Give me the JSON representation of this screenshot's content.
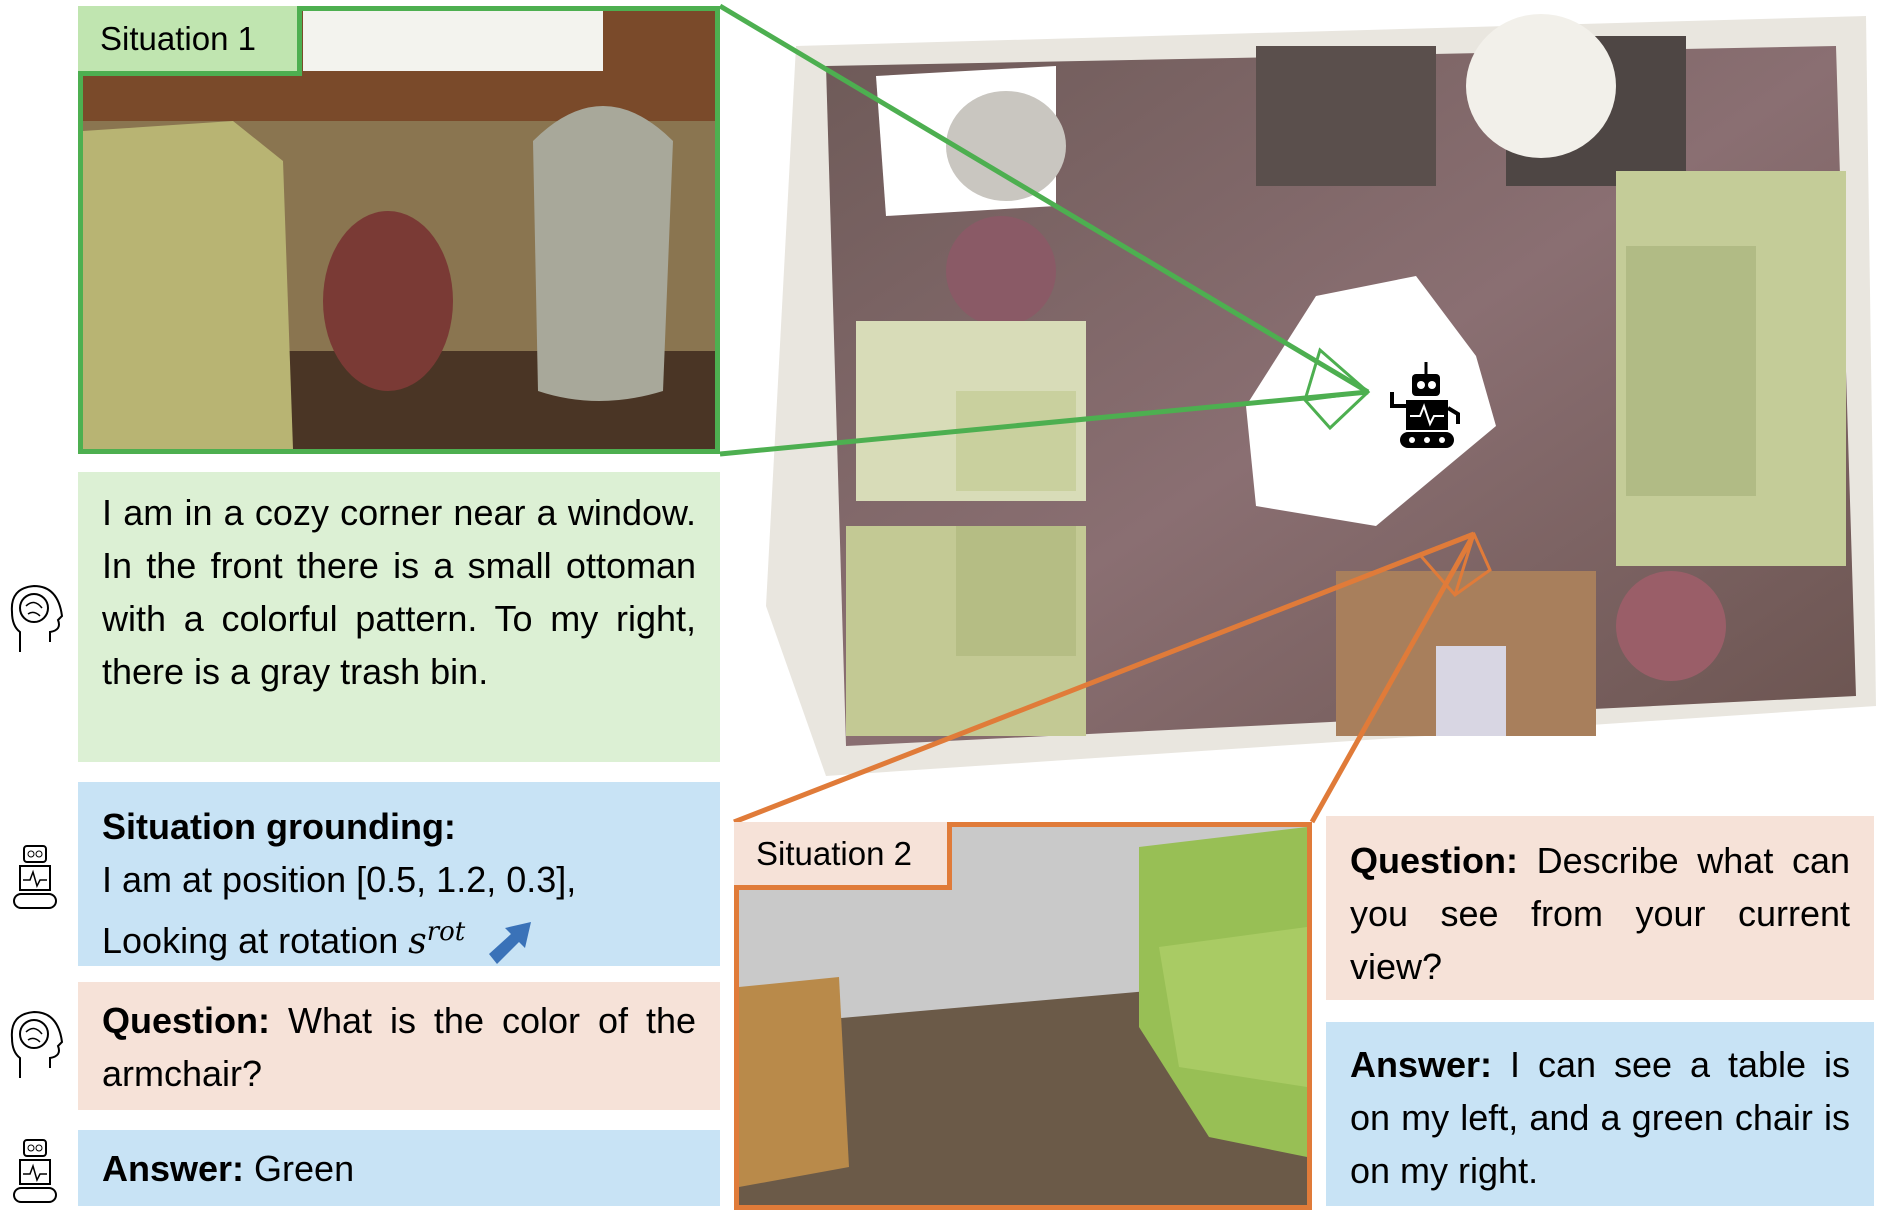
{
  "situation1": {
    "label": "Situation 1",
    "description": "I am in a cozy corner near a window. In the front there is a small ottoman with a colorful pattern. To my right, there is a gray trash bin."
  },
  "grounding": {
    "heading": "Situation grounding:",
    "position_text": "I am at position [0.5, 1.2, 0.3],",
    "rotation_text": "Looking at rotation ",
    "rotation_symbol": "s",
    "rotation_sup": "rot"
  },
  "qa1": {
    "question_label": "Question:",
    "question": " What is the color of the armchair?",
    "answer_label": "Answer:",
    "answer": " Green"
  },
  "situation2": {
    "label": "Situation 2"
  },
  "qa2": {
    "question_label": "Question:",
    "question": " Describe what can you see from your current view?",
    "answer_label": "Answer:",
    "answer": " I can see a table is on my left, and a green chair is on my right."
  },
  "colors": {
    "situation1": "#4daf50",
    "situation2": "#e07b39",
    "arrow": "#3a72b8"
  }
}
